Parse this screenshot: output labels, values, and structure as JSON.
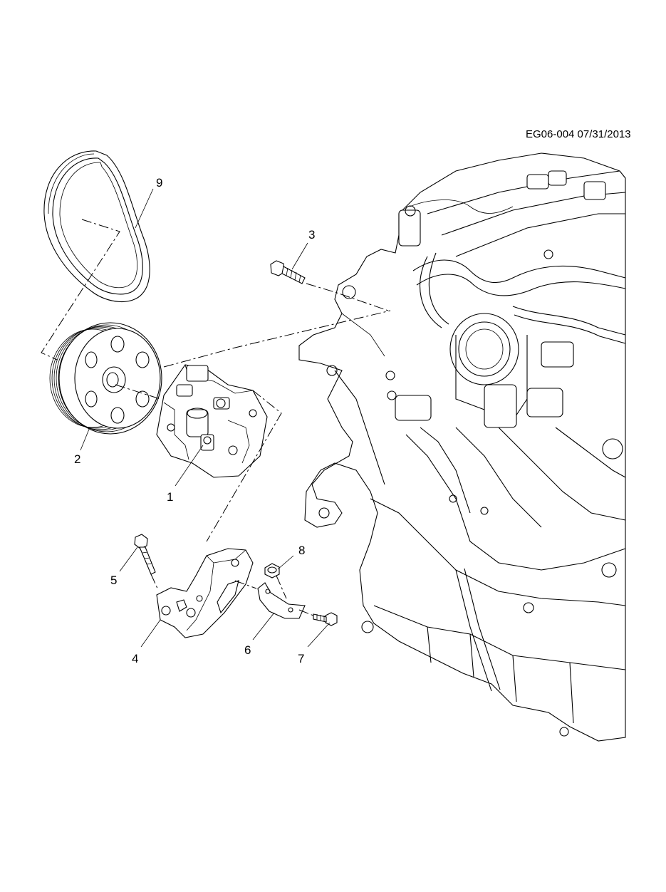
{
  "diagram": {
    "drawing_code": "EG06-004 07/31/2013",
    "callouts": [
      {
        "id": "1",
        "text": "1"
      },
      {
        "id": "2",
        "text": "2"
      },
      {
        "id": "3",
        "text": "3"
      },
      {
        "id": "4",
        "text": "4"
      },
      {
        "id": "5",
        "text": "5"
      },
      {
        "id": "6",
        "text": "6"
      },
      {
        "id": "7",
        "text": "7"
      },
      {
        "id": "8",
        "text": "8"
      },
      {
        "id": "9",
        "text": "9"
      }
    ]
  }
}
